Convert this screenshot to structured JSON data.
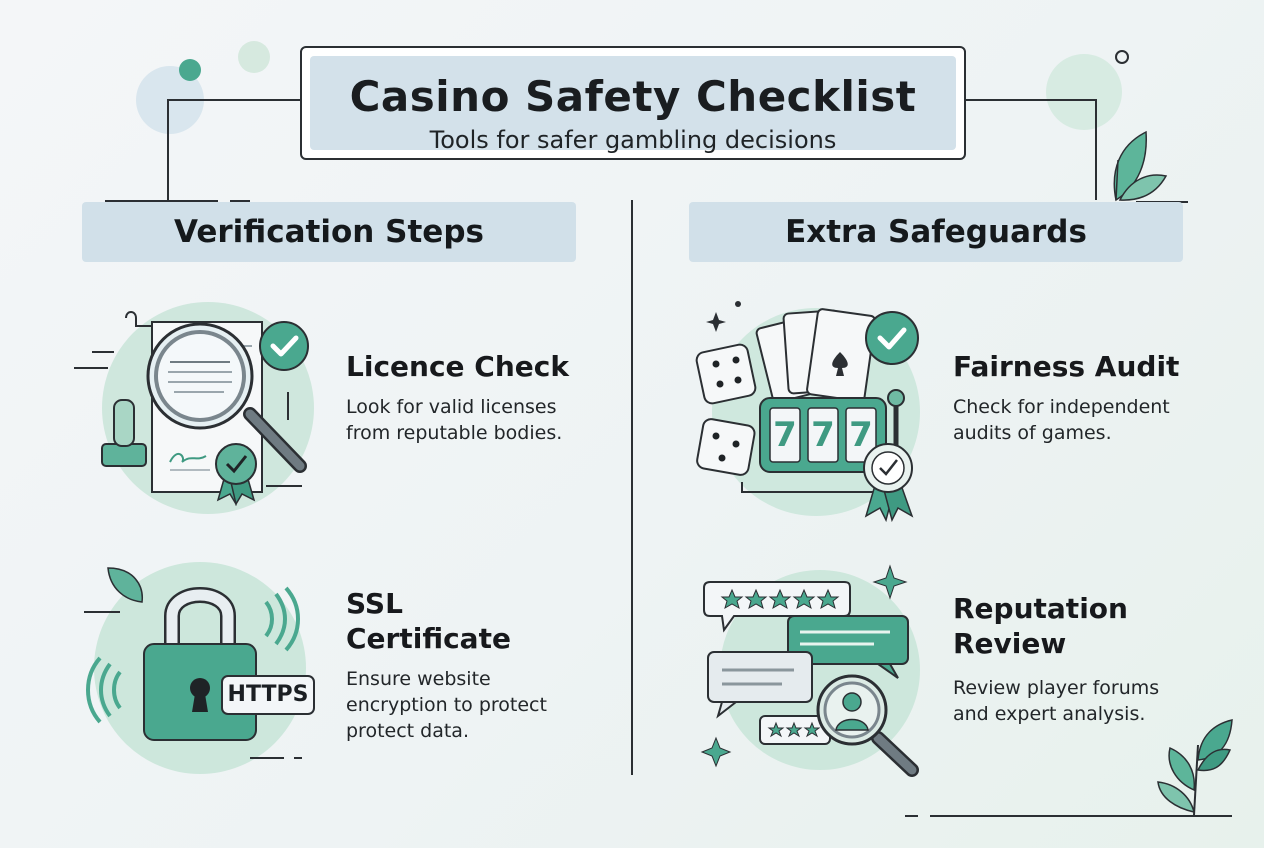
{
  "header": {
    "title": "Casino Safety Checklist",
    "subtitle": "Tools for safer gambling decisions"
  },
  "sections": [
    {
      "title": "Verification Steps",
      "items": [
        {
          "title": "Licence Check",
          "description": "Look for valid licenses from reputable bodies.",
          "icon": "license-document-magnifier-icon"
        },
        {
          "title": "SSL Certificate",
          "description": "Ensure website encryption to protect protect data.",
          "icon": "padlock-https-icon",
          "badge": "HTTPS"
        }
      ]
    },
    {
      "title": "Extra Safeguards",
      "items": [
        {
          "title": "Fairness Audit",
          "description": "Check for independent audits of games.",
          "icon": "slot-machine-cards-dice-icon",
          "slot_symbols": [
            "7",
            "7",
            "7"
          ]
        },
        {
          "title": "Reputation Review",
          "description": "Review player forums and expert analysis.",
          "icon": "reviews-chat-magnifier-icon"
        }
      ]
    }
  ],
  "colors": {
    "accent_teal": "#4aa88f",
    "accent_light": "#cde9dd",
    "banner_bg": "#d1e0e9",
    "outline": "#2b2f33"
  }
}
